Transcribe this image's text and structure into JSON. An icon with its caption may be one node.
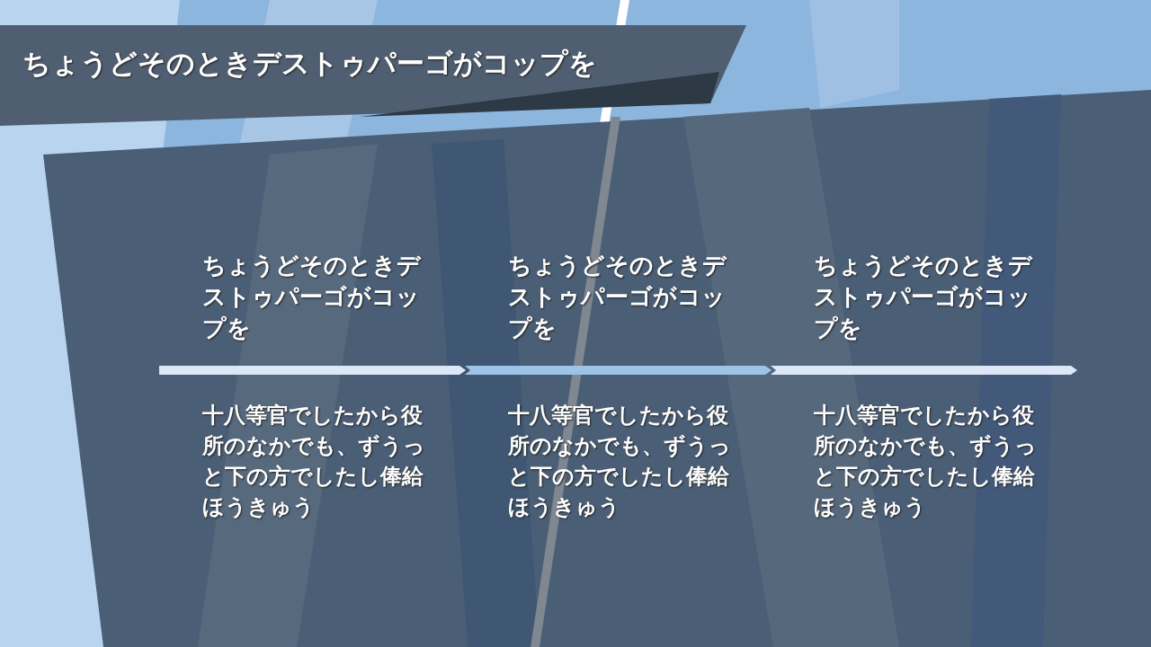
{
  "diagram": {
    "title": "ちょうどそのときデストゥパーゴがコップを",
    "nodes": [
      {
        "text": [
          "ちょうどそのときデストゥパーゴがコップを",
          "十八等官でしたから役所のなかでも、ずうっと下の方でしたし俸給ほうきゅう"
        ]
      },
      {
        "text": [
          "ちょうどそのときデストゥパーゴがコップを",
          "十八等官でしたから役所のなかでも、ずうっと下の方でしたし俸給ほうきゅう"
        ]
      },
      {
        "text": [
          "ちょうどそのときデストゥパーゴがコップを",
          "十八等官でしたから役所のなかでも、ずうっと下の方でしたし俸給ほうきゅう"
        ]
      }
    ]
  }
}
